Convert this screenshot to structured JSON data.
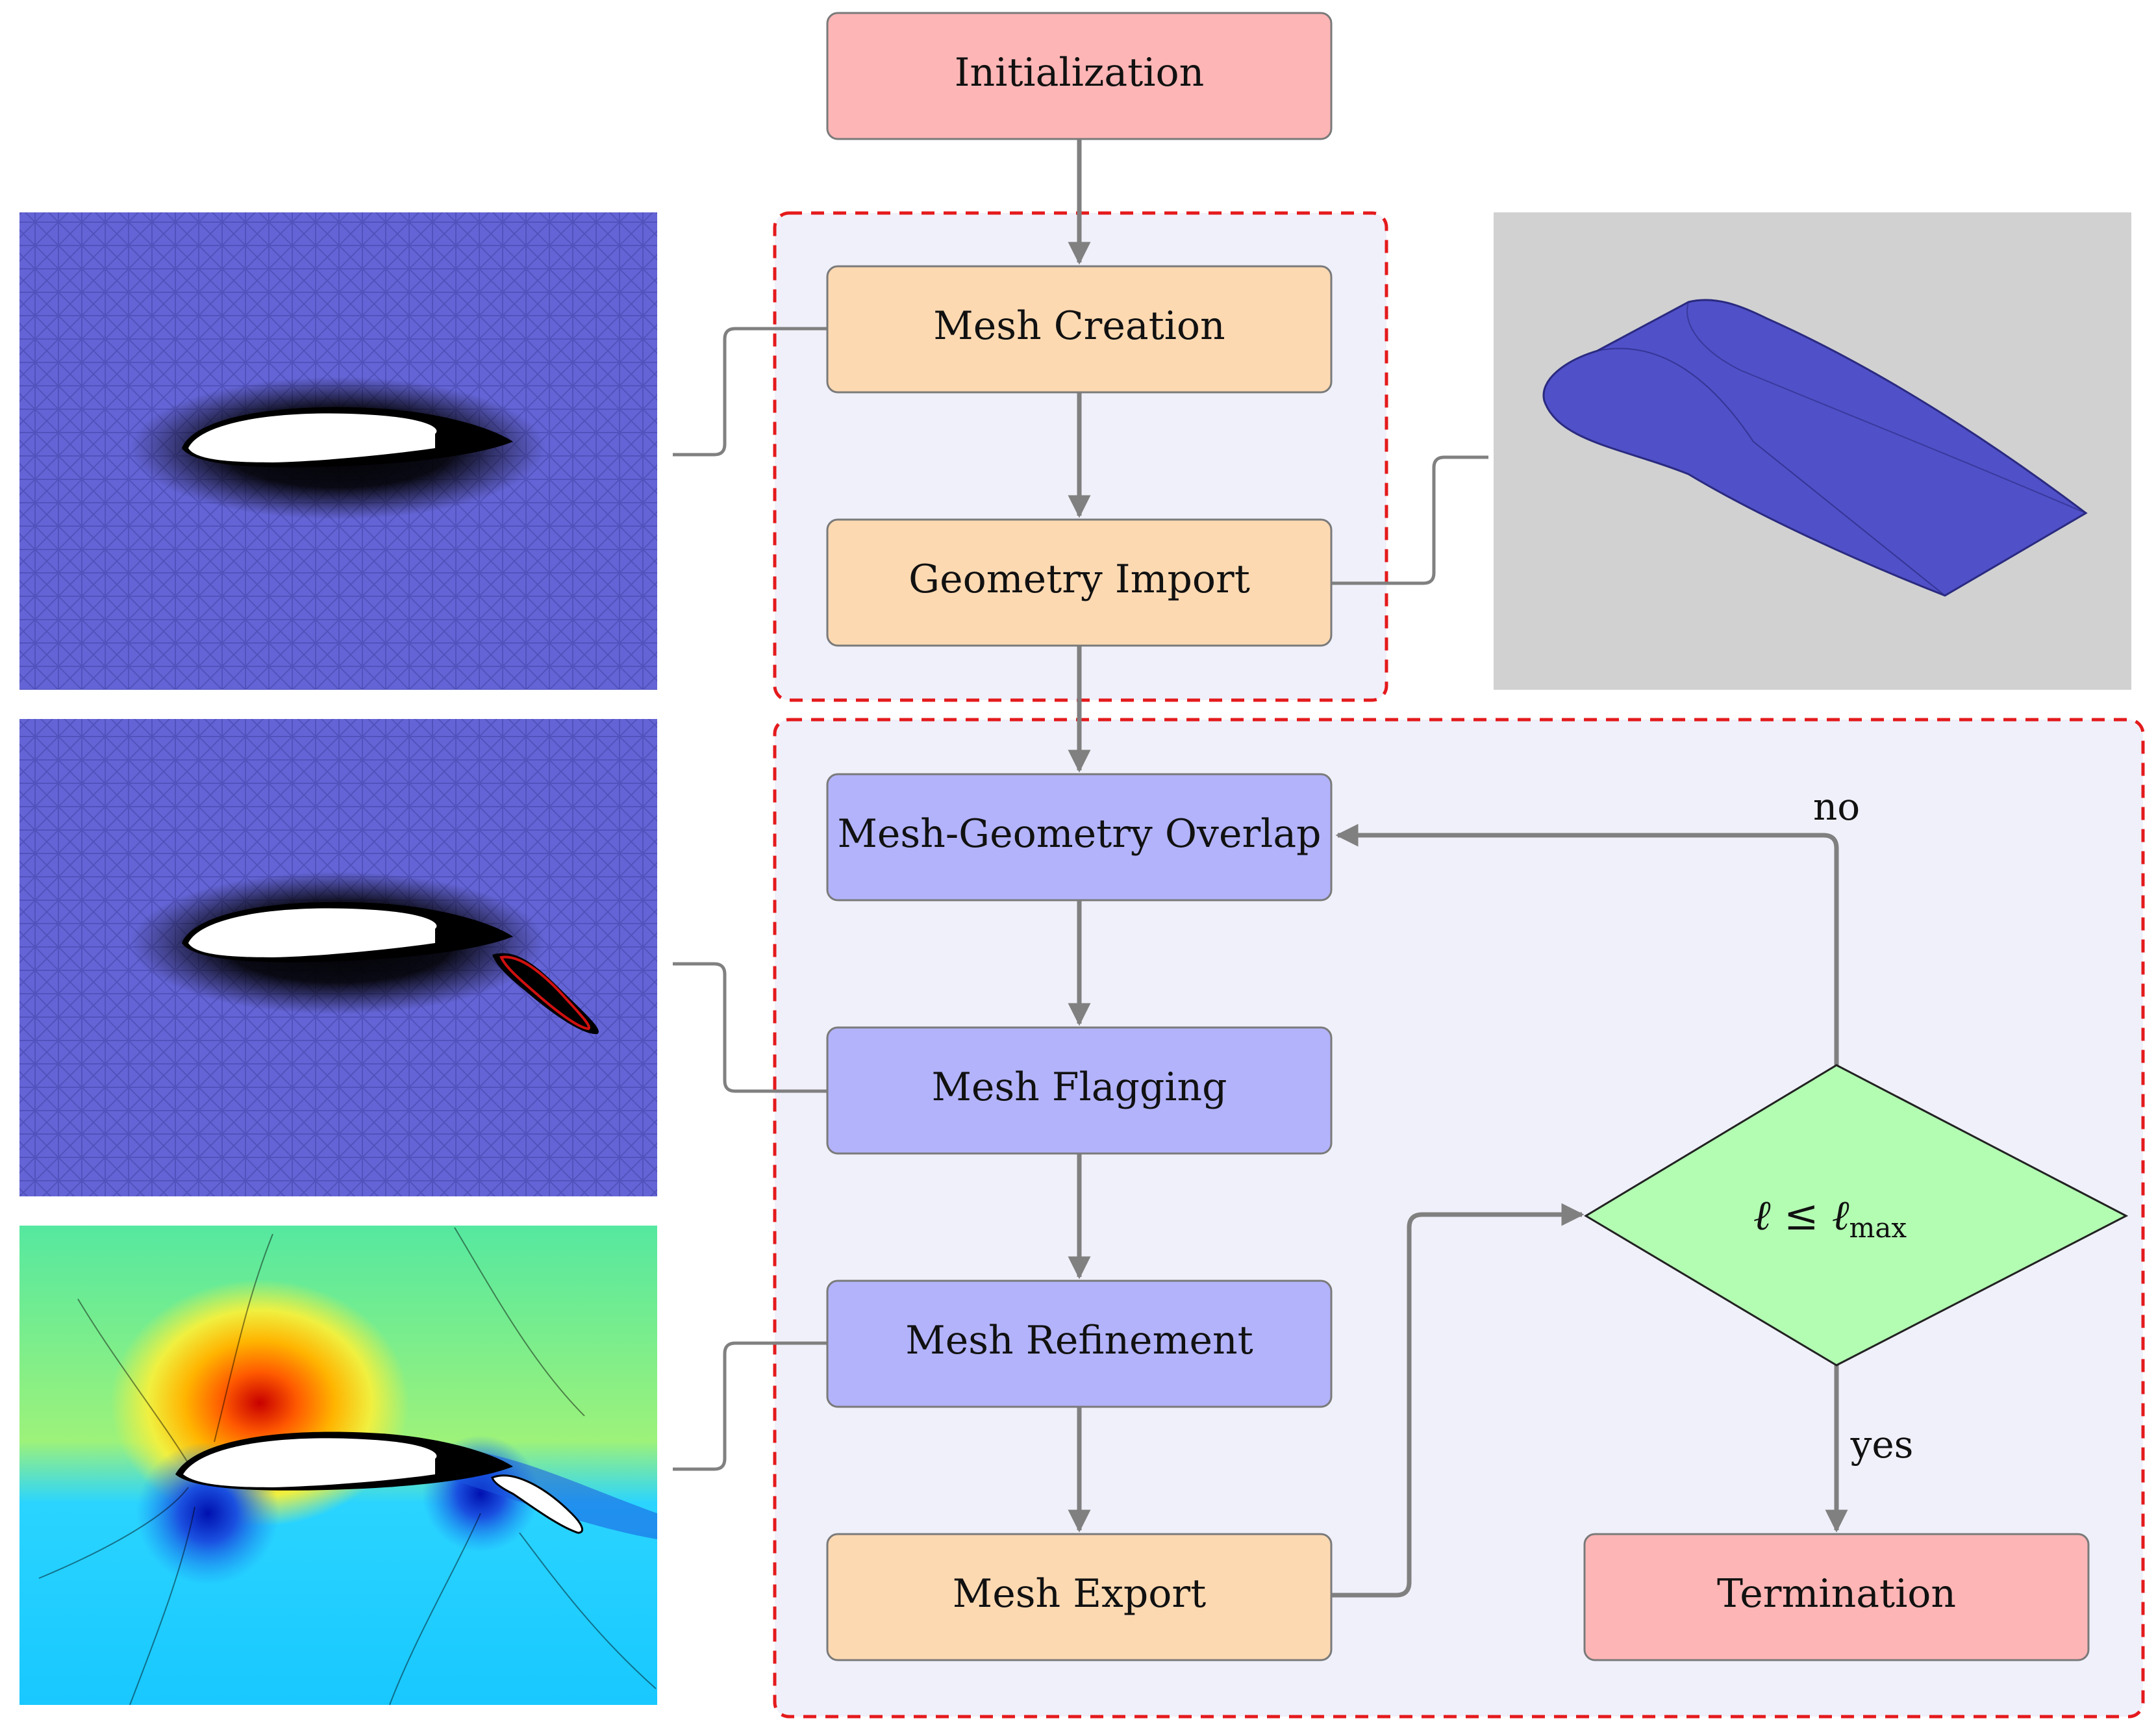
{
  "colors": {
    "terminal": "#fdb5b5",
    "mesh_io": "#fdd9b2",
    "mesh_op": "#b3b3fb",
    "decision": "#b3fdb3",
    "stage_fill": "#f0f0fa",
    "stage_border": "#e41a1c",
    "arrow": "#808080",
    "mesh_blue": "#6464d6",
    "cad_background": "#d1d1d1",
    "cad_wing": "#5050c8"
  },
  "nodes": {
    "initialization": "Initialization",
    "mesh_creation": "Mesh Creation",
    "geometry_import": "Geometry Import",
    "overlap": "Mesh-Geometry Overlap",
    "flagging": "Mesh Flagging",
    "refinement": "Mesh Refinement",
    "export": "Mesh Export",
    "termination": "Termination"
  },
  "decision": {
    "lhs": "ℓ ≤ ℓ",
    "subscript": "max",
    "no_label": "no",
    "yes_label": "yes"
  },
  "images": {
    "mesh_background": "airfoil-mesh-icon",
    "mesh_flap_flagged": "airfoil-flap-mesh-icon",
    "flow_solution": "pressure-contour-icon",
    "cad_geometry": "wing-geometry-icon"
  }
}
